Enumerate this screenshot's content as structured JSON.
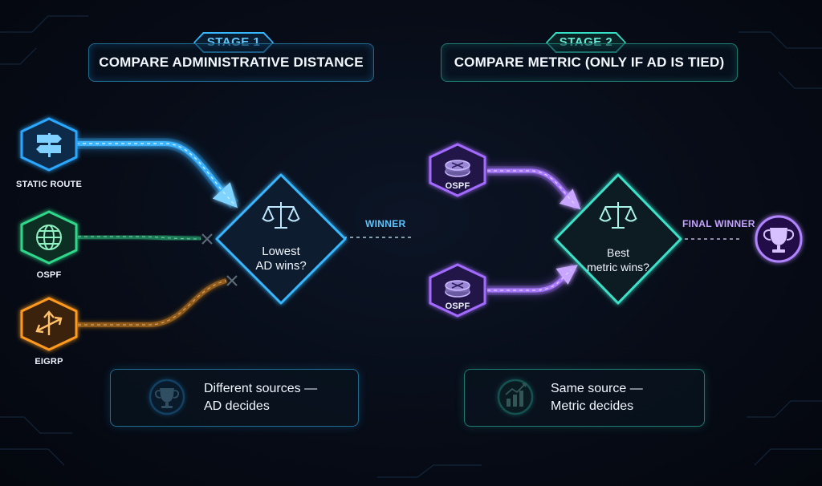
{
  "stage1": {
    "tag": "STAGE 1",
    "title": "COMPARE ADMINISTRATIVE DISTANCE",
    "sources": [
      {
        "label": "STATIC ROUTE",
        "icon": "signpost-icon",
        "color": "#2aa8ff"
      },
      {
        "label": "OSPF",
        "icon": "globe-icon",
        "color": "#2fd88a"
      },
      {
        "label": "EIGRP",
        "icon": "routing-arrows-icon",
        "color": "#ff9a1f"
      }
    ],
    "decision": {
      "line1": "Lowest",
      "line2": "AD wins?"
    },
    "output_label": "WINNER",
    "note": {
      "line1": "Different sources —",
      "line2": "AD decides",
      "icon": "trophy-icon"
    }
  },
  "stage2": {
    "tag": "STAGE 2",
    "title": "COMPARE METRIC (ONLY IF AD IS TIED)",
    "sources": [
      {
        "label": "OSPF",
        "icon": "router-icon",
        "color": "#a36bff"
      },
      {
        "label": "OSPF",
        "icon": "router-icon",
        "color": "#a36bff"
      }
    ],
    "decision": {
      "line1": "Best",
      "line2": "metric wins?"
    },
    "output_label": "FINAL WINNER",
    "note": {
      "line1": "Same source —",
      "line2": "Metric decides",
      "icon": "bar-chart-icon"
    }
  },
  "colors": {
    "blue": "#2aa8ff",
    "green": "#2fd88a",
    "orange": "#ff9a1f",
    "purple": "#a36bff",
    "teal": "#35e0c6",
    "rejected": "#4a5866"
  }
}
